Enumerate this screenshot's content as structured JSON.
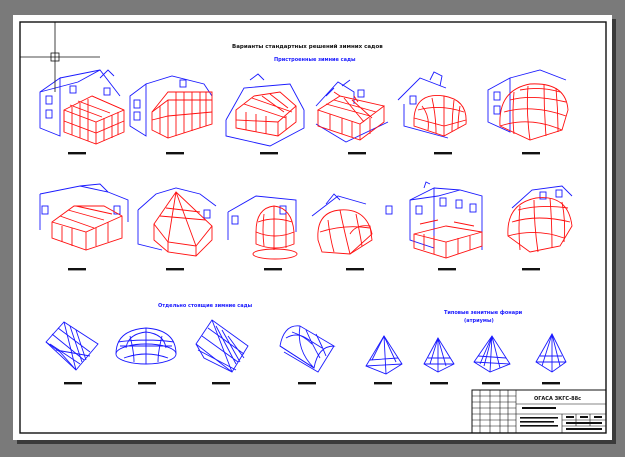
{
  "drawing": {
    "title": "Варианты стандартных решений зимних садов",
    "section_1": "Пристроенные зимние сады",
    "section_2": "Отдельно стоящие зимние сады",
    "section_3": "Типовые зенитные фонари",
    "section_3_note": "(атриумы)"
  },
  "title_block": {
    "name": "ОГАСА ЗКГС-88с"
  },
  "colors": {
    "background": "#7a7a7a",
    "sheet": "#ffffff",
    "frame": "#111111",
    "building": "#1a1aff",
    "glazing": "#ff1010"
  },
  "icons": {
    "crosshair": "cad-crosshair-cursor-icon"
  }
}
